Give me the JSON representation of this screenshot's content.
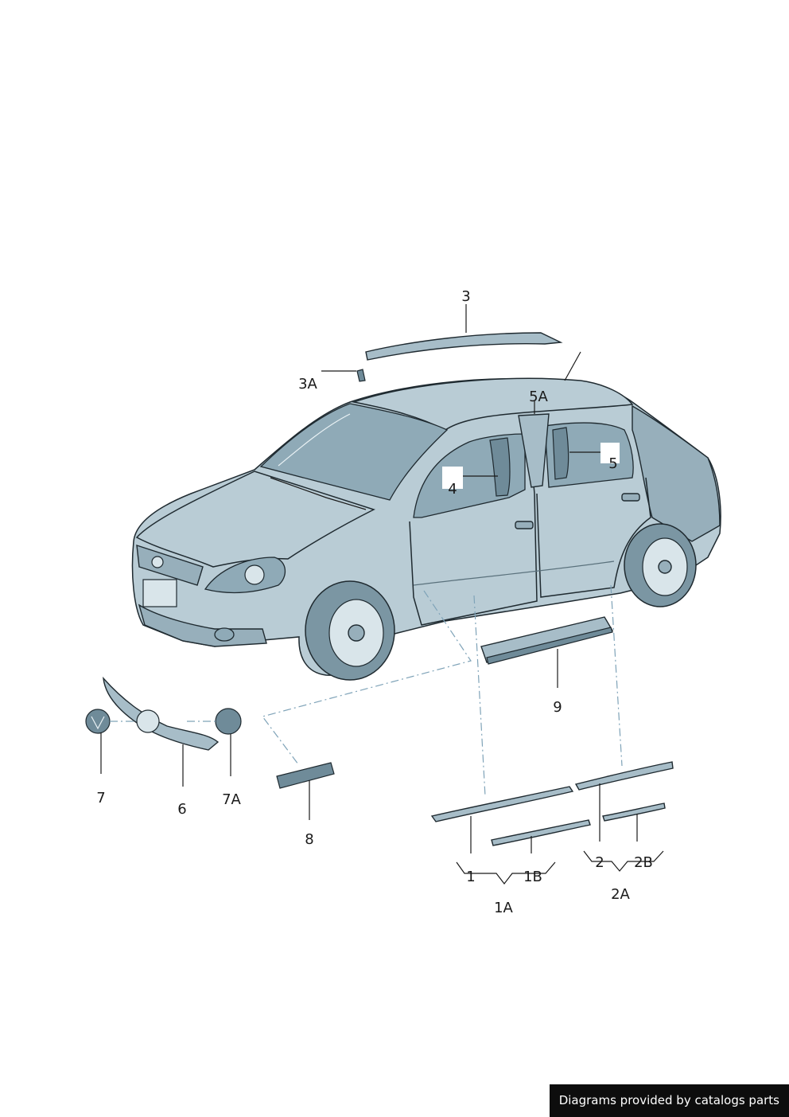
{
  "callouts": {
    "c3": "3",
    "c3A": "3A",
    "c5A": "5A",
    "c4": "4",
    "c5": "5",
    "c9": "9",
    "c7": "7",
    "c6": "6",
    "c7A": "7A",
    "c8": "8",
    "c1": "1",
    "c1B": "1B",
    "c1A": "1A",
    "c2": "2",
    "c2B": "2B",
    "c2A": "2A"
  },
  "footer": {
    "text": "Diagrams provided by catalogs parts"
  },
  "colors": {
    "body": "#b9ccd5",
    "glass": "#8faab7",
    "line": "#1f2a30",
    "leader_dash": "#7fa3b8",
    "footer_bg": "#0d0d0d"
  }
}
